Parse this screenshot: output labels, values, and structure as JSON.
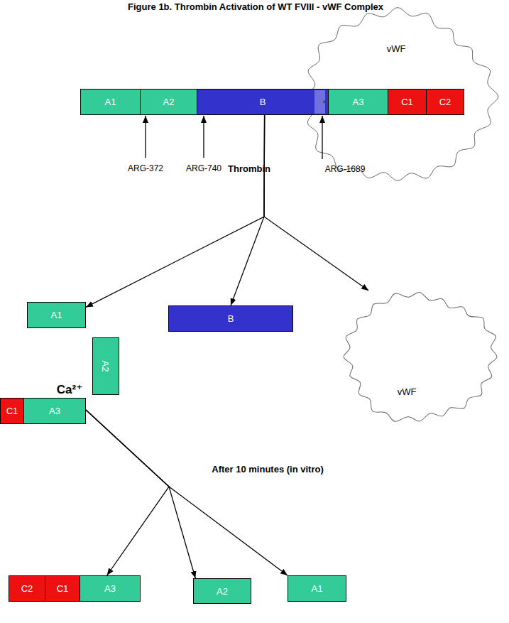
{
  "diagram": {
    "title": "Figure 1b.  Thrombin Activation of WT FVIII - vWF Complex",
    "nodes": [
      {
        "text": [
          "vWF"
        ]
      },
      {
        "text": [
          "A1"
        ]
      },
      {
        "text": [
          "A2"
        ]
      },
      {
        "text": [
          "B"
        ]
      },
      {
        "text": [
          "A3"
        ]
      },
      {
        "text": [
          "C1"
        ]
      },
      {
        "text": [
          "C2"
        ]
      },
      {
        "text": [
          "A1"
        ]
      },
      {
        "text": [
          "B"
        ]
      },
      {
        "text": [
          "vWF"
        ]
      },
      {
        "text": [
          "A2"
        ]
      },
      {
        "text": [
          "C1"
        ]
      },
      {
        "text": [
          "A3"
        ]
      },
      {
        "text": [
          "C2"
        ]
      },
      {
        "text": [
          "C1"
        ]
      },
      {
        "text": [
          "A3"
        ]
      },
      {
        "text": [
          "A2"
        ]
      },
      {
        "text": [
          "A1"
        ]
      }
    ],
    "edges": [
      {
        "from": 3,
        "to": 7,
        "arrow": "to"
      },
      {
        "from": 3,
        "to": 8,
        "arrow": "to"
      },
      {
        "from": 3,
        "to": 9,
        "arrow": "to"
      },
      {
        "from": 12,
        "to": 15,
        "arrow": "to"
      },
      {
        "from": 12,
        "to": 16,
        "arrow": "to"
      },
      {
        "from": 12,
        "to": 17,
        "arrow": "to"
      }
    ],
    "labels": [
      "*",
      "ARG-372",
      "ARG-740",
      "Thrombin",
      "ARG-1689",
      "Ca²⁺",
      "After 10 minutes (in vitro)"
    ]
  }
}
